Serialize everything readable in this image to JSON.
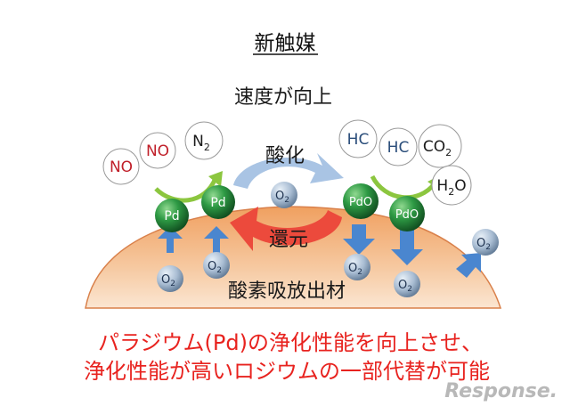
{
  "title": "新触媒",
  "speed_label": "速度が向上",
  "oxidation_label": "酸化",
  "reduction_label": "還元",
  "material_label": "酸素吸放出材",
  "bottom_line1": "パラジウム(Pd)の浄化性能を向上させ、",
  "bottom_line2": "浄化性能が高いロジウムの一部代替が可能",
  "watermark": "Response.",
  "molecules": {
    "no1": "NO",
    "no2": "NO",
    "n2_main": "N",
    "n2_sub": "2",
    "hc1": "HC",
    "hc2": "HC",
    "co2_main": "CO",
    "co2_sub": "2",
    "h2o_h": "H",
    "h2o_sub": "2",
    "h2o_o": "O"
  },
  "particles": {
    "pd1": "Pd",
    "pd2": "Pd",
    "pdo1": "PdO",
    "pdo2": "PdO",
    "o2_main": "O",
    "o2_sub": "2"
  },
  "colors": {
    "red_text": "#e02020",
    "nox_text": "#c0202a",
    "hc_text": "#2a4d7a",
    "green_arrow": "#8cc63f",
    "blue_arrow": "#4a86cf",
    "oxidation_arrow": "#a9c4e4",
    "reduction_arrow": "#ec4a3c",
    "particle_green": "#2e8b3e",
    "mound_orange": "#f2a86a"
  }
}
